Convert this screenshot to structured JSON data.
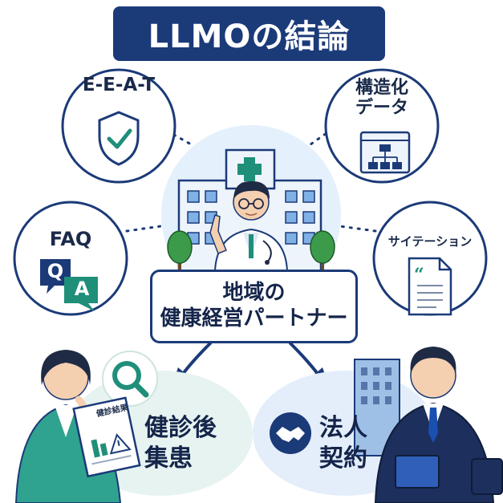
{
  "title": "LLMOの結論",
  "center": {
    "line1": "地域の",
    "line2": "健康経営パートナー"
  },
  "nodes": {
    "eeat": "E-E-A-T",
    "structured_data_1": "構造化",
    "structured_data_2": "データ",
    "faq": "FAQ",
    "faq_q": "Q",
    "faq_a": "A",
    "citation": "サイテーション"
  },
  "outcomes": {
    "left_line1": "健診後",
    "left_line2": "集患",
    "left_doc_title": "健診結果",
    "right_line1": "法人",
    "right_line2": "契約"
  },
  "colors": {
    "navy": "#1b3a78",
    "teal": "#1f8f7a",
    "light_blue": "#dfeefb"
  }
}
